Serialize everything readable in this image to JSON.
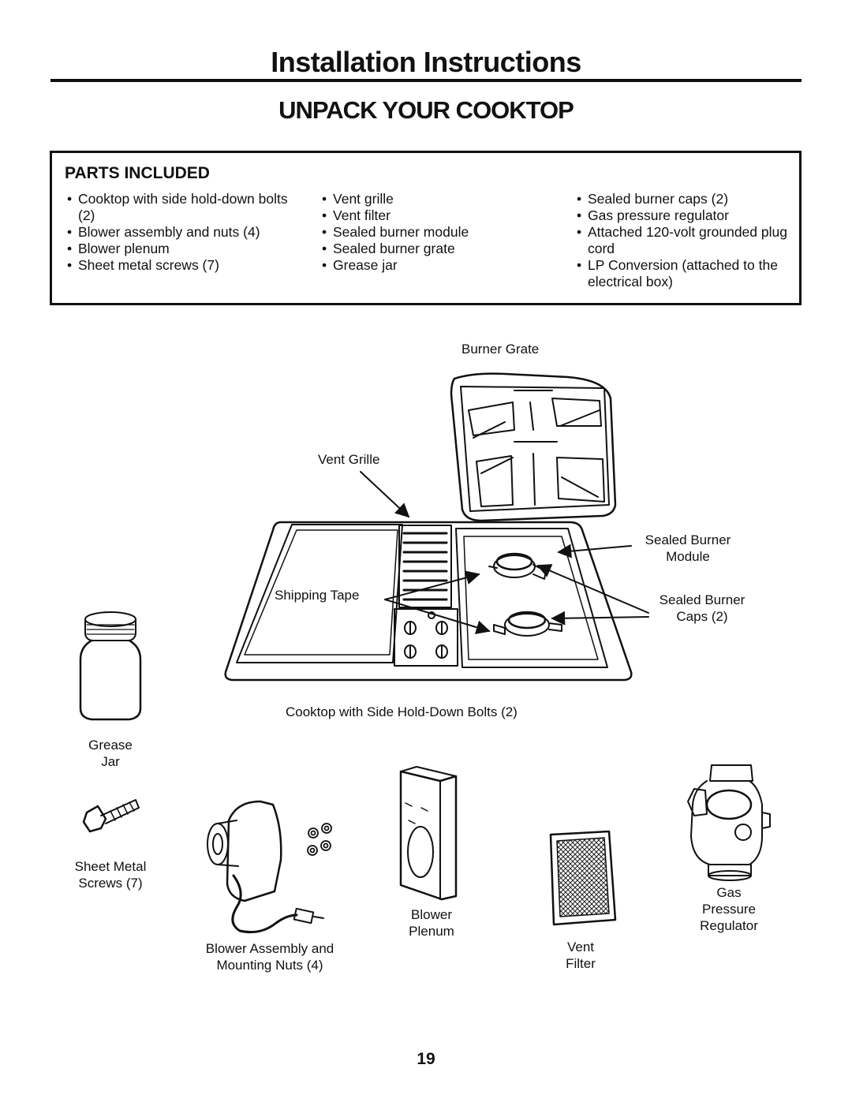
{
  "header": {
    "title": "Installation Instructions",
    "section_title": "UNPACK YOUR COOKTOP"
  },
  "parts": {
    "heading": "PARTS INCLUDED",
    "columns": [
      [
        "Cooktop with side hold-down bolts (2)",
        "Blower assembly and nuts (4)",
        "Blower plenum",
        "Sheet metal screws (7)"
      ],
      [
        "Vent grille",
        "Vent filter",
        "Sealed burner module",
        "Sealed burner grate",
        "Grease jar"
      ],
      [
        "Sealed burner caps (2)",
        "Gas pressure regulator",
        "Attached 120-volt grounded plug cord",
        "LP Conversion (attached to the electrical box)"
      ]
    ]
  },
  "labels": {
    "burner_grate": "Burner Grate",
    "vent_grille": "Vent Grille",
    "sealed_burner_module": [
      "Sealed Burner",
      "Module"
    ],
    "shipping_tape": "Shipping Tape",
    "sealed_burner_caps": [
      "Sealed Burner",
      "Caps (2)"
    ],
    "cooktop": "Cooktop with Side Hold-Down Bolts (2)",
    "grease_jar": [
      "Grease",
      "Jar"
    ],
    "sheet_metal_screws": [
      "Sheet Metal",
      "Screws (7)"
    ],
    "blower_assembly": [
      "Blower Assembly and",
      "Mounting Nuts (4)"
    ],
    "blower_plenum": [
      "Blower",
      "Plenum"
    ],
    "vent_filter": [
      "Vent",
      "Filter"
    ],
    "gas_pressure_regulator": [
      "Gas",
      "Pressure",
      "Regulator"
    ]
  },
  "footer": {
    "page_number": "19"
  }
}
